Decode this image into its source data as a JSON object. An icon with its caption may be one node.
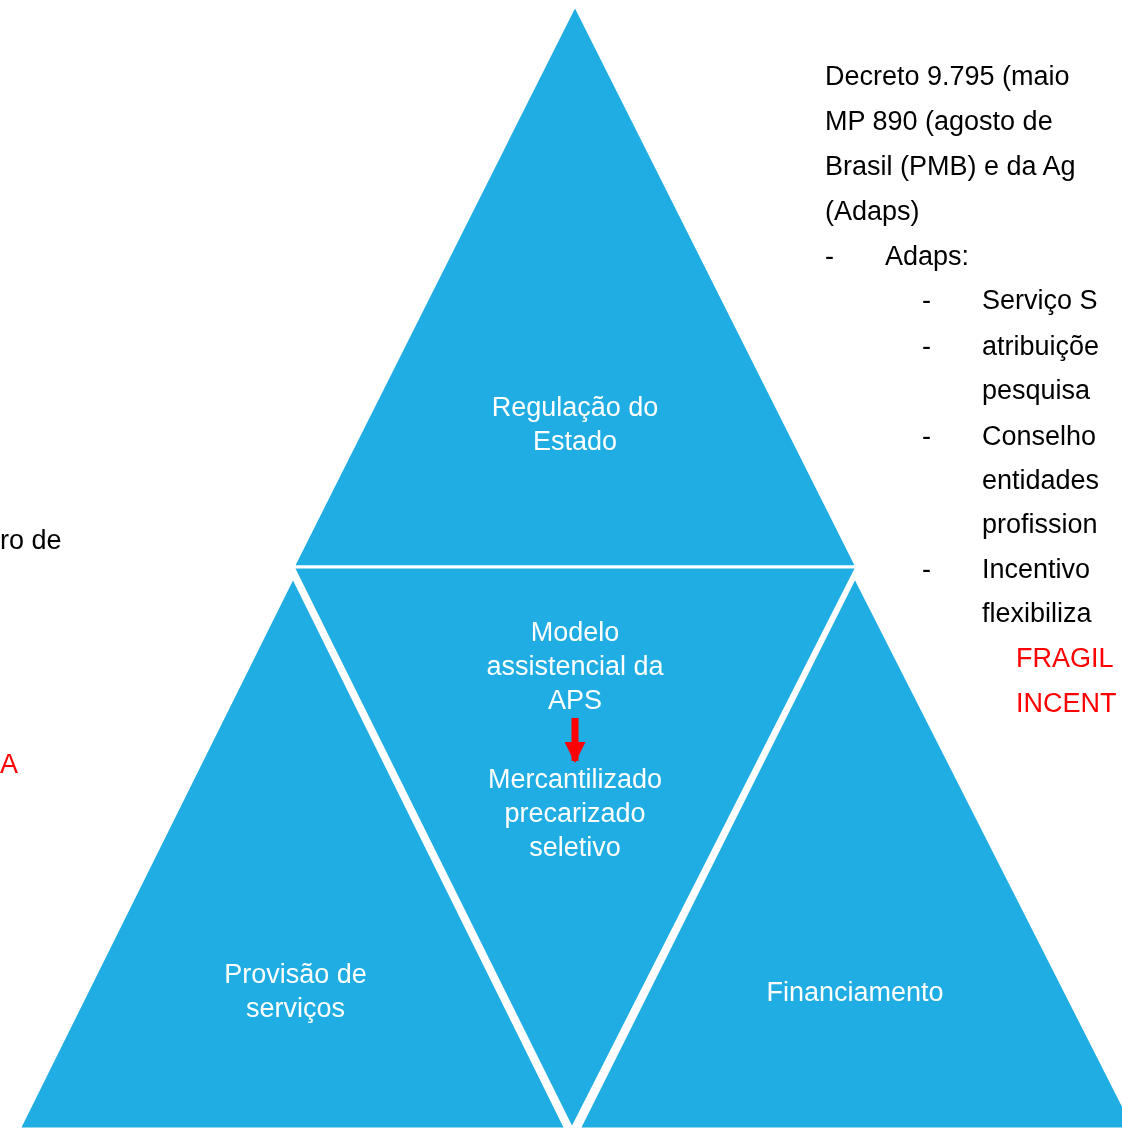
{
  "diagram": {
    "nodes": [
      {
        "text": [
          "Regulação do Estado"
        ]
      },
      {
        "text": [],
        "shape": "triangle"
      },
      {
        "text": [
          "Modelo assistencial da APS"
        ],
        "in": 1
      },
      {
        "text": [
          "Mercantilizado precarizado seletivo"
        ],
        "in": 1
      },
      {
        "text": [
          "Provisão de serviços"
        ]
      },
      {
        "text": [
          "Financiamento"
        ]
      }
    ],
    "edges": [
      {
        "from": 2,
        "to": 3,
        "arrow": "to",
        "color": "#ff0000"
      }
    ],
    "labels": [
      "Decreto 9.795 (maio",
      "MP 890 (agosto de",
      "Brasil (PMB) e da Ag",
      "(Adaps)",
      "-",
      "Adaps:",
      "-",
      "Serviço S",
      "-",
      "atribuiçõe",
      "pesquisa",
      "-",
      "Conselho",
      "entidades",
      "profission",
      "-",
      "Incentivo",
      "flexibiliza",
      "FRAGIL",
      "INCENT",
      "ro de",
      "A"
    ]
  }
}
